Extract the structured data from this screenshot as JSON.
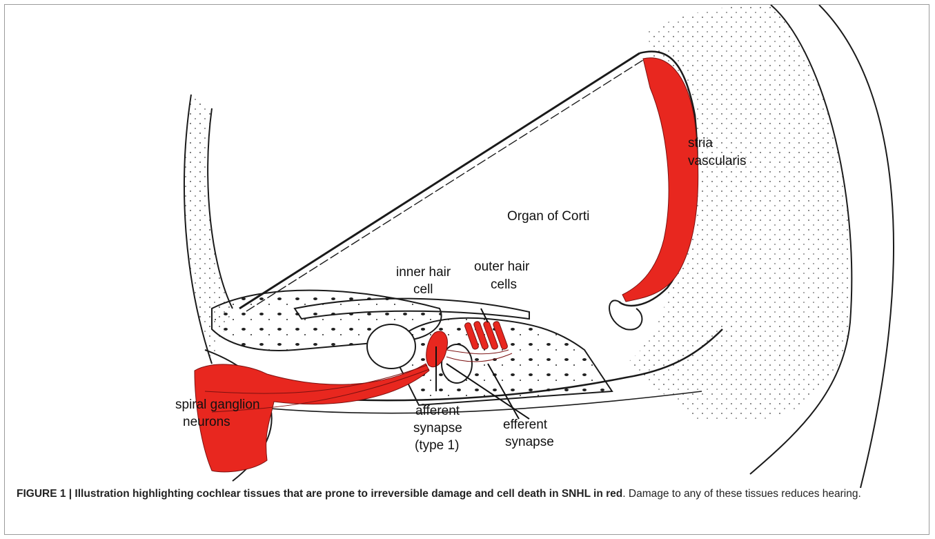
{
  "diagram": {
    "labels": {
      "stria": "stria",
      "vascularis": "vascularis",
      "organ_of_corti": "Organ of Corti",
      "inner_hair_1": "inner hair",
      "inner_hair_2": "cell",
      "outer_hair_1": "outer hair",
      "outer_hair_2": "cells",
      "spiral_1": "spiral ganglion",
      "spiral_2": "neurons",
      "afferent_1": "afferent",
      "afferent_2": "synapse",
      "afferent_3": "(type 1)",
      "efferent_1": "efferent",
      "efferent_2": "synapse"
    },
    "colors": {
      "damage": "#e8271f",
      "ink": "#1a1a1a"
    }
  },
  "caption": {
    "bold": "FIGURE 1 | Illustration highlighting cochlear tissues that are prone to irreversible damage and cell death in SNHL in red",
    "rest": ". Damage to any of these tissues reduces hearing."
  }
}
